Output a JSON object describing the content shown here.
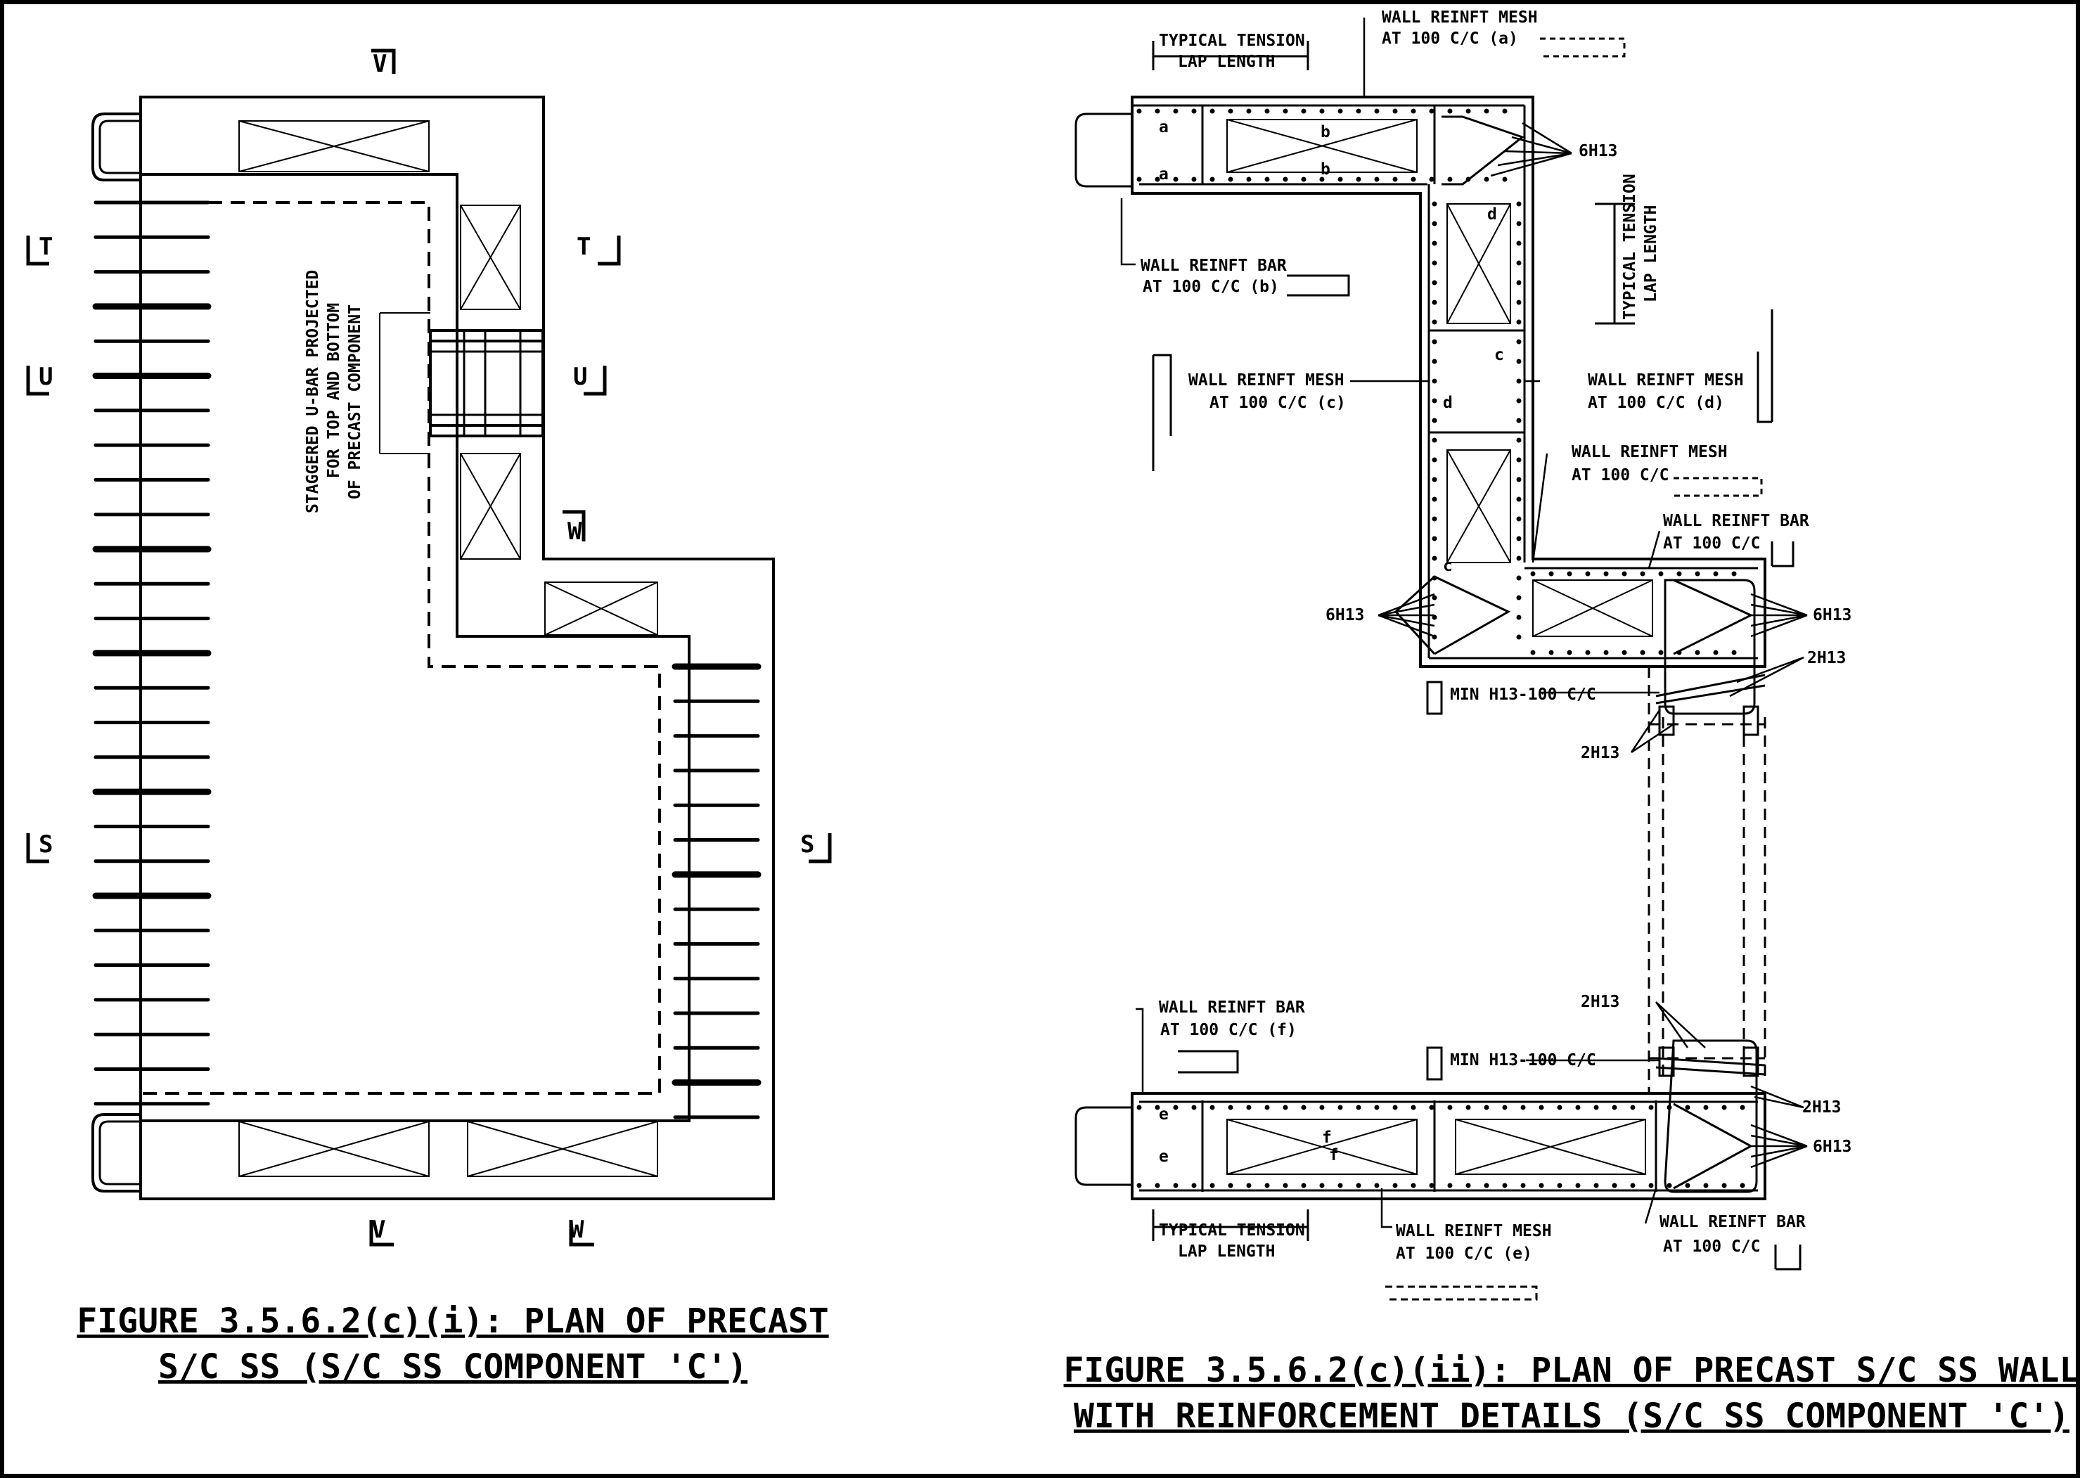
{
  "left": {
    "caption": [
      "FIGURE 3.5.6.2(c)(i): PLAN OF PRECAST",
      "S/C SS (S/C SS COMPONENT 'C')"
    ],
    "note": [
      "STAGGERED U-BAR PROJECTED",
      "FOR TOP AND BOTTOM",
      "OF PRECAST COMPONENT"
    ],
    "sections": {
      "t": "T",
      "u": "U",
      "s": "S",
      "v": "V",
      "w": "W"
    }
  },
  "right": {
    "caption": [
      "FIGURE 3.5.6.2(c)(ii): PLAN OF PRECAST S/C SS WALL",
      "WITH REINFORCEMENT DETAILS (S/C SS COMPONENT 'C')"
    ],
    "labels": {
      "lap_typ": "TYPICAL TENSION",
      "lap_len": "LAP LENGTH",
      "wrm": "WALL REINFT MESH",
      "wrb": "WALL REINFT BAR",
      "at_a": "AT 100 C/C (a)",
      "at_b": "AT 100 C/C (b)",
      "at_c": "AT 100 C/C (c)",
      "at_d": "AT 100 C/C (d)",
      "at_e": "AT 100 C/C (e)",
      "at_f": "AT 100 C/C (f)",
      "at_plain": "AT 100 C/C",
      "h6": "6H13",
      "h2": "2H13",
      "min": "MIN H13-100 C/C"
    },
    "letters": {
      "a": "a",
      "b": "b",
      "c": "c",
      "d": "d",
      "e": "e",
      "f": "f"
    }
  }
}
